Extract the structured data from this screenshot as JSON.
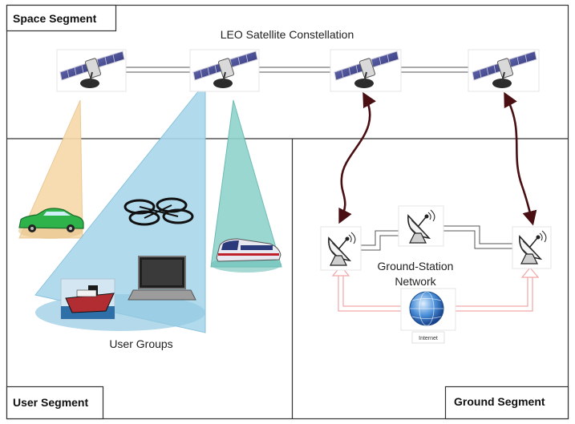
{
  "segments": {
    "space": "Space Segment",
    "user": "User Segment",
    "ground": "Ground Segment"
  },
  "constellation_label": "LEO Satellite Constellation",
  "user_groups_label": "User Groups",
  "ground_network_label": [
    "Ground-Station",
    "Network"
  ],
  "internet_label": "Internet",
  "icons": {
    "satellites": [
      "satellite-icon",
      "satellite-icon",
      "satellite-icon",
      "satellite-icon"
    ],
    "users": [
      "car-icon",
      "drone-icon",
      "laptop-icon",
      "ship-icon",
      "train-icon"
    ],
    "ground": [
      "satellite-dish-icon",
      "satellite-dish-icon",
      "satellite-dish-icon",
      "internet-globe-icon"
    ]
  },
  "colors": {
    "beam_car": "#f6d9a8",
    "beam_main": "#a9d8ec",
    "beam_train": "#8fd3cc",
    "feeder_link": "#4a0f12",
    "internet_link": "#f5b3b3",
    "border": "#333333"
  }
}
